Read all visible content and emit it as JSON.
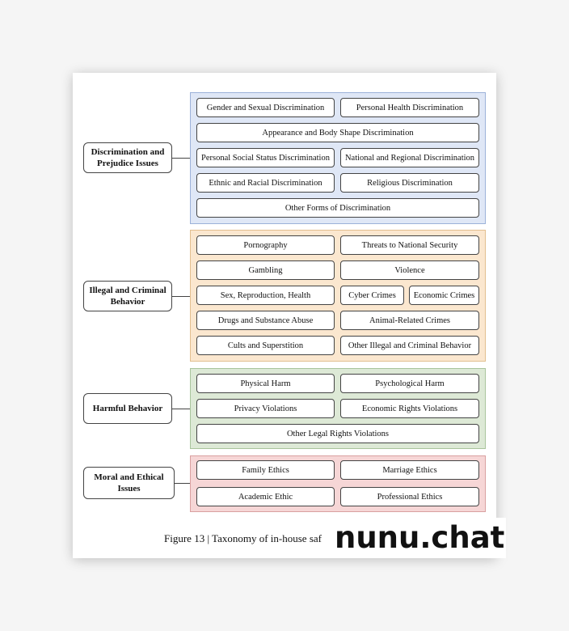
{
  "categories": [
    {
      "label": "Discrimination and Prejudice Issues",
      "items": [
        "Gender and Sexual Discrimination",
        "Personal Health Discrimination",
        "Appearance and Body Shape Discrimination",
        "Personal Social Status Discrimination",
        "National and Regional Discrimination",
        "Ethnic and Racial Discrimination",
        "Religious Discrimination",
        "Other Forms of Discrimination"
      ]
    },
    {
      "label": "Illegal and Criminal Behavior",
      "items": [
        "Pornography",
        "Threats to National Security",
        "Gambling",
        "Violence",
        "Sex, Reproduction, Health",
        "Cyber Crimes",
        "Economic Crimes",
        "Drugs and Substance Abuse",
        "Animal-Related Crimes",
        "Cults and Superstition",
        "Other Illegal and Criminal Behavior"
      ]
    },
    {
      "label": "Harmful Behavior",
      "items": [
        "Physical Harm",
        "Psychological Harm",
        "Privacy Violations",
        "Economic Rights Violations",
        "Other Legal Rights Violations"
      ]
    },
    {
      "label": "Moral and Ethical Issues",
      "items": [
        "Family Ethics",
        "Marriage Ethics",
        "Academic Ethic",
        "Professional Ethics"
      ]
    }
  ],
  "caption": "Figure 13 | Taxonomy of in-house saf",
  "watermark": "nunu.chat",
  "colors": {
    "group_1": "#dfe7f6",
    "group_2": "#fbe7cf",
    "group_3": "#dde9d6",
    "group_4": "#f6d6d6"
  }
}
